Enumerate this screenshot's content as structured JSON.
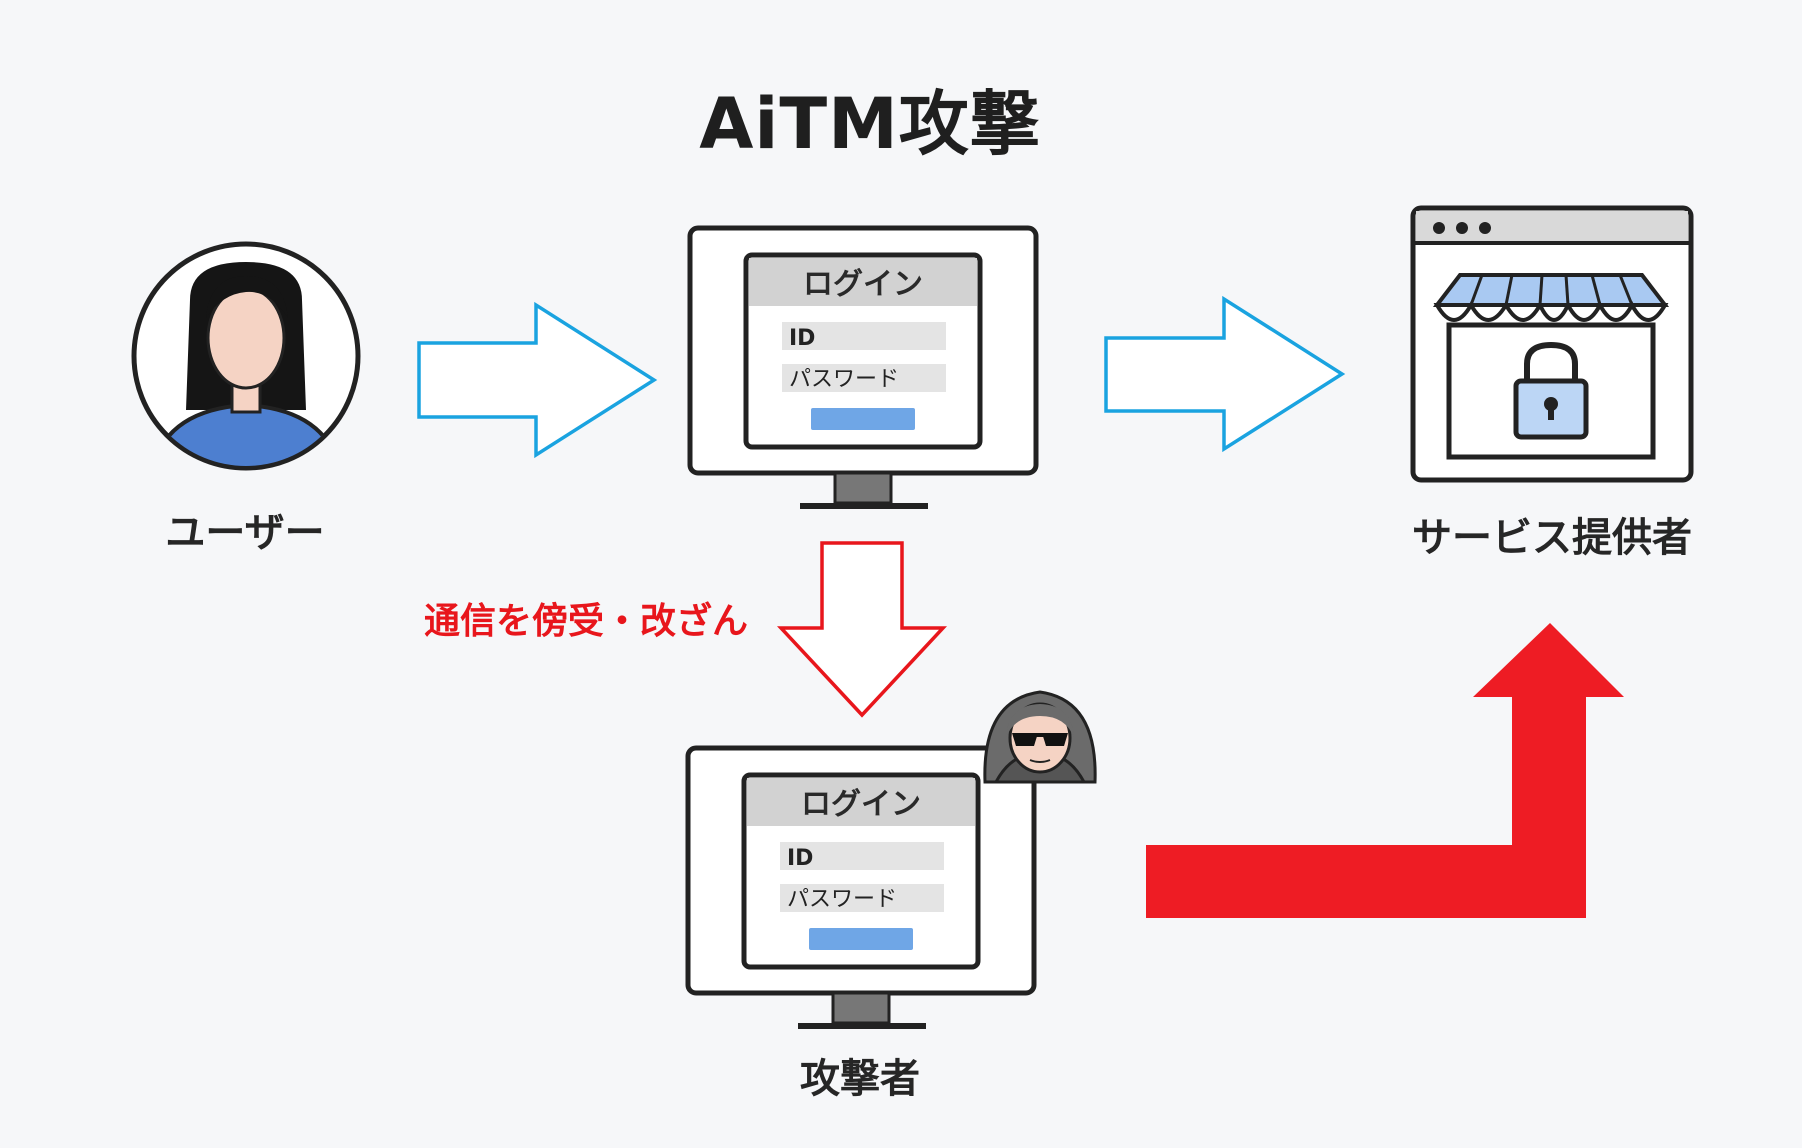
{
  "title": "AiTM攻撃",
  "nodes": {
    "user": {
      "label": "ユーザー"
    },
    "service": {
      "label": "サービス提供者"
    },
    "attacker": {
      "label": "攻撃者"
    }
  },
  "intercept_label": "通信を傍受・改ざん",
  "login_screen": {
    "title": "ログイン",
    "id_field": "ID",
    "password_field": "パスワード"
  },
  "colors": {
    "blue_arrow": "#1aa3e0",
    "red_arrow": "#ee1c24",
    "accent_button": "#6fa6e6",
    "awning_blue": "#a9c9f2",
    "lock_blue": "#bcd6f5",
    "user_shirt": "#4d7fd0",
    "skin": "#f5d3c4"
  },
  "icons": [
    "user-avatar-icon",
    "store-lock-icon",
    "hacker-icon",
    "monitor-icon"
  ]
}
